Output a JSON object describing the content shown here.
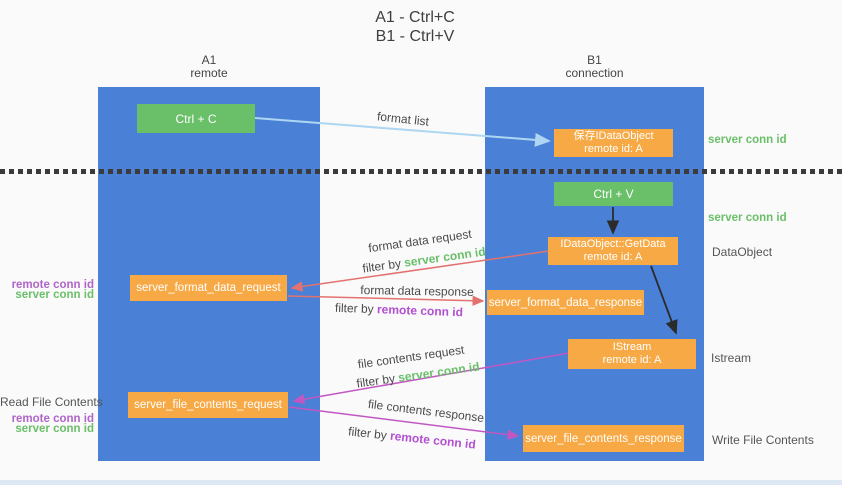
{
  "title": {
    "line1": "A1 - Ctrl+C",
    "line2": "B1 - Ctrl+V"
  },
  "columns": {
    "left": {
      "id": "A1",
      "role": "remote"
    },
    "right": {
      "id": "B1",
      "role": "connection"
    }
  },
  "nodes": {
    "ctrl_c": "Ctrl + C",
    "save_idataobject": {
      "line1": "保存IDataObject",
      "line2": "remote id: A"
    },
    "ctrl_v": "Ctrl + V",
    "getdata": {
      "line1": "IDataObject::GetData",
      "line2": "remote id: A"
    },
    "format_request": "server_format_data_request",
    "format_response": "server_format_data_response",
    "istream": {
      "line1": "IStream",
      "line2": "remote id: A"
    },
    "file_request": "server_file_contents_request",
    "file_response": "server_file_contents_response"
  },
  "side_labels": {
    "server_conn_id_top": "server conn id",
    "server_conn_id_mid": "server conn id",
    "dataobject": "DataObject",
    "istream": "Istream",
    "write_file_contents": "Write File Contents",
    "read_file_contents": "Read File Contents",
    "remote_conn_id_left1": "remote conn id",
    "server_conn_id_left1": "server conn id",
    "remote_conn_id_left2": "remote conn id",
    "server_conn_id_left2": "server conn id"
  },
  "edge_labels": {
    "format_list": "format list",
    "format_data_request": "format data request",
    "format_data_response": "format data response",
    "file_contents_request": "file contents request",
    "file_contents_response": "file contents response",
    "filter_by": "filter by ",
    "server_conn_id": "server conn id",
    "remote_conn_id": "remote conn id"
  },
  "colors": {
    "lifeline_blue": "#4a80d6",
    "node_green": "#6abf69",
    "node_orange": "#f7a945",
    "label_green": "#6abf69",
    "label_purple": "#b065c8",
    "arrow_light_blue": "#aed6f2",
    "arrow_red": "#e2726f",
    "arrow_magenta": "#c257c2",
    "arrow_black": "#2b2b2b",
    "background": "#fafafa"
  }
}
